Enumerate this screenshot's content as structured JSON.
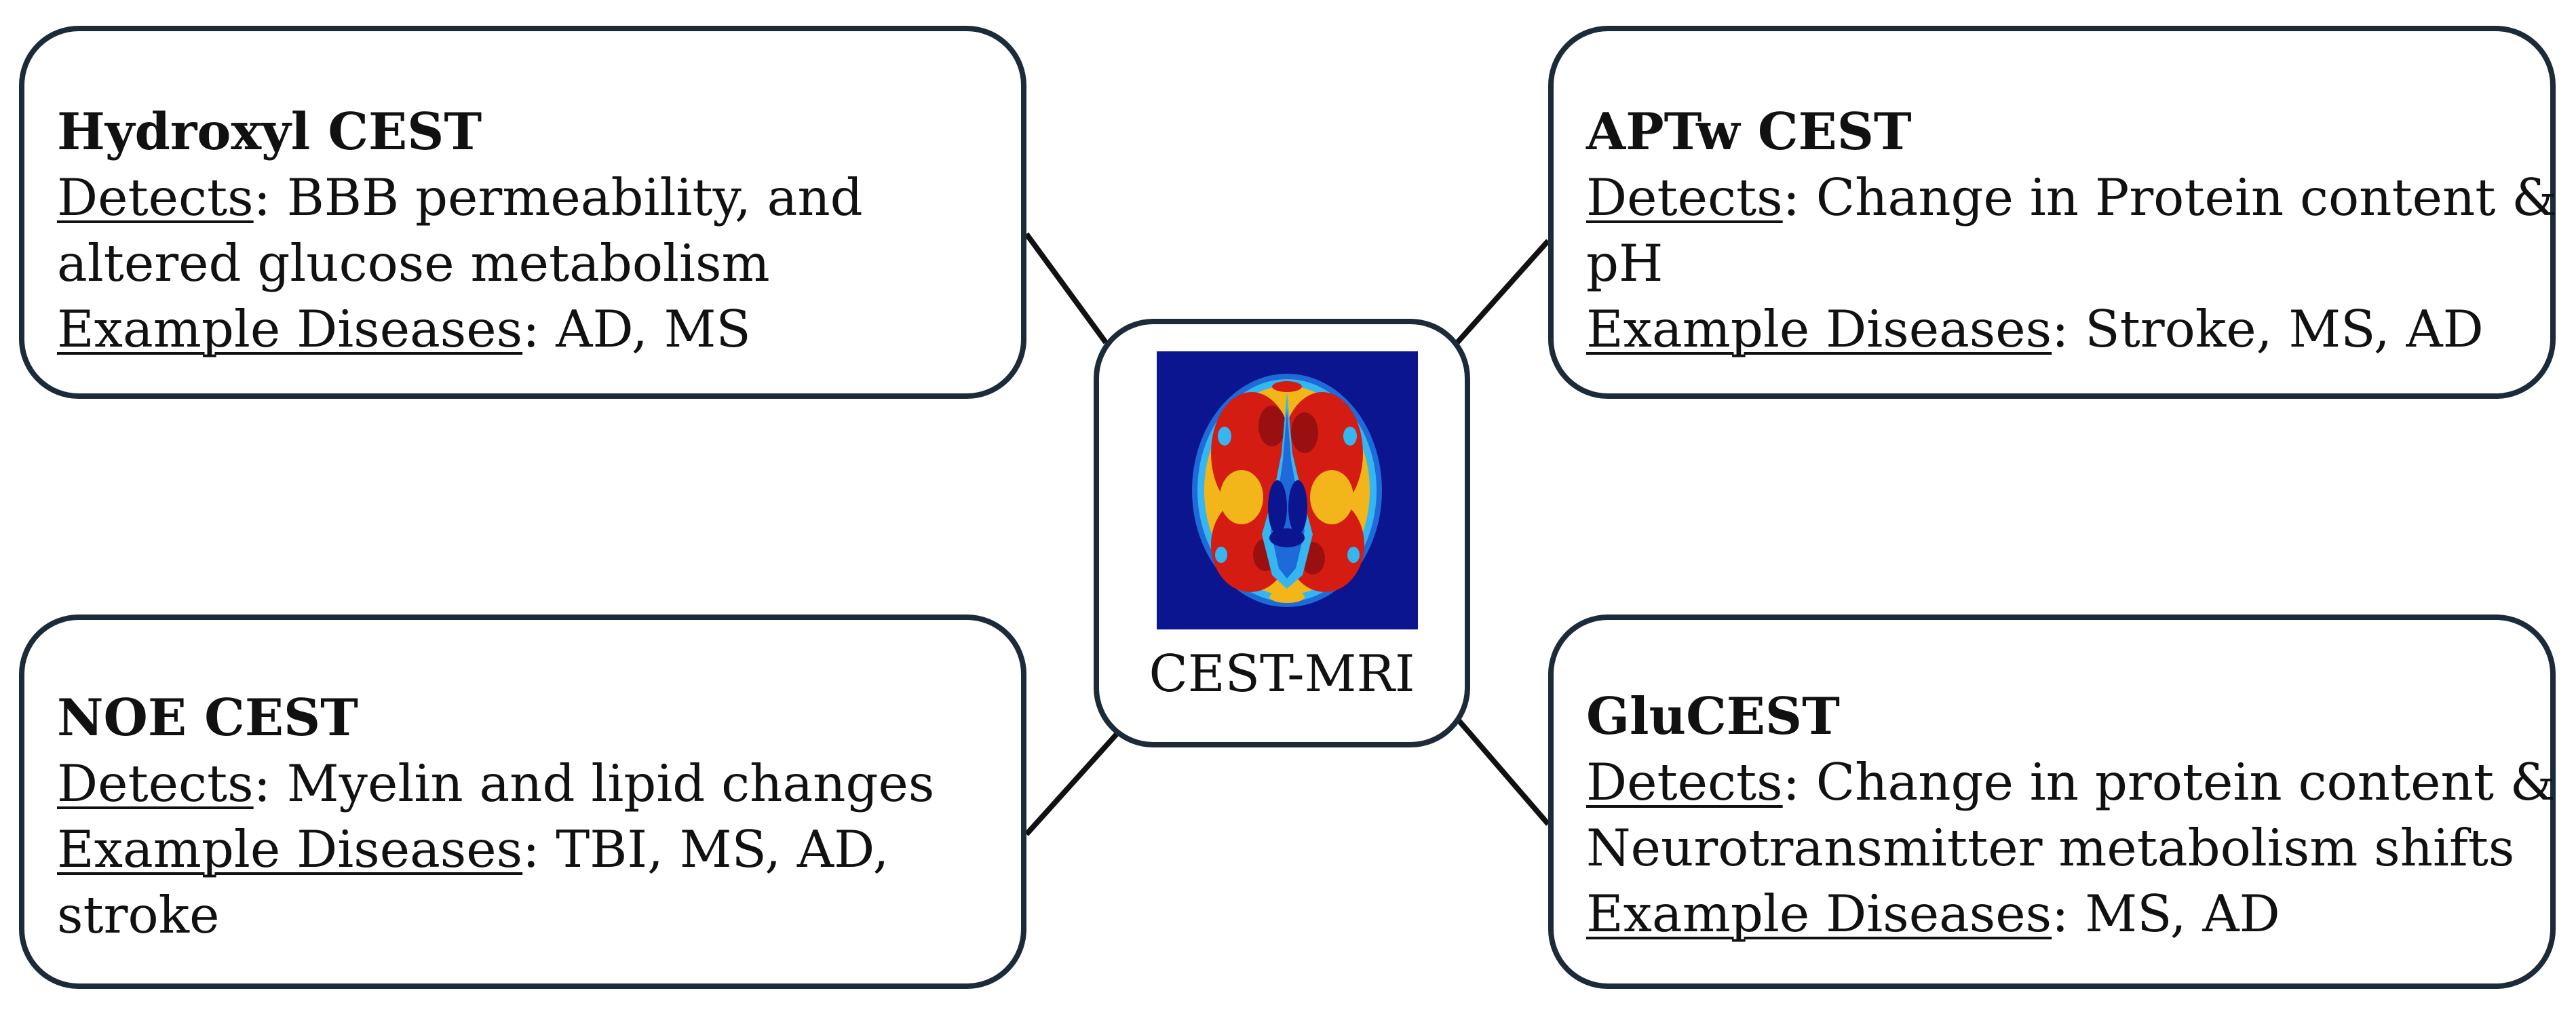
{
  "center": {
    "label": "CEST-MRI",
    "image": "brain-cest-map"
  },
  "colors": {
    "border": "#1c2b3a",
    "map_background": "#0b1590",
    "map_hot": "#d41c12",
    "map_warm": "#f2b51a",
    "map_cool": "#35b6f0"
  },
  "boxes": {
    "hydroxyl": {
      "title": "Hydroxyl CEST",
      "detects_label": "Detects",
      "detects_line1": "BBB permeability, and",
      "detects_line2": "altered glucose metabolism",
      "examples_label": "Example Diseases",
      "examples_line1": "AD, MS"
    },
    "aptw": {
      "title": "APTw CEST",
      "detects_label": "Detects",
      "detects_line1": "Change in Protein content &",
      "detects_line2": "pH",
      "examples_label": "Example Diseases",
      "examples_line1": "Stroke, MS, AD"
    },
    "noe": {
      "title": "NOE CEST",
      "detects_label": "Detects",
      "detects_line1": "Myelin and lipid changes",
      "examples_label": "Example Diseases",
      "examples_line1": "TBI, MS, AD,",
      "examples_line2": "stroke"
    },
    "glu": {
      "title": "GluCEST",
      "detects_label": "Detects",
      "detects_line1": "Change in protein content &",
      "detects_line2": "Neurotransmitter metabolism shifts",
      "examples_label": "Example Diseases",
      "examples_line1": "MS, AD"
    }
  }
}
